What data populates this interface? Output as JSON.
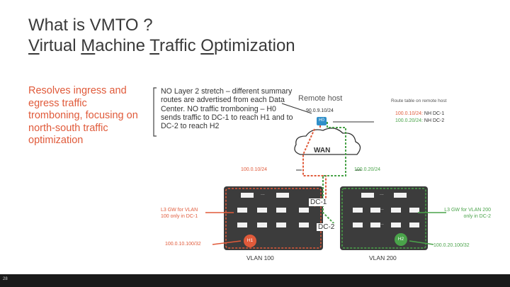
{
  "title": {
    "line1": "What is VMTO ?",
    "line2_parts": [
      "V",
      "irtual ",
      "M",
      "achine ",
      "T",
      "raffic ",
      "O",
      "ptimization"
    ]
  },
  "left_text": "Resolves ingress and egress traffic tromboning, focusing on north-south traffic optimization",
  "stretch_text": "NO Layer 2 stretch – different summary routes are advertised from each Data Center. NO traffic tromboning – H0 sends traffic to DC-1 to reach H1 and to DC-2 to reach H2",
  "remote_host": {
    "label": "Remote host",
    "ip": "90.0.9.10/24",
    "node": "H0"
  },
  "route_table": {
    "title": "Route table on remote host",
    "entries": [
      {
        "prefix": "100.0.10/24:",
        "target": "NH DC-1"
      },
      {
        "prefix": "100.0.20/24:",
        "target": "NH DC-2"
      }
    ]
  },
  "wan_label": "WAN",
  "routes": {
    "dc1_route": "100.0.10/24",
    "dc2_route": "100.0.20/24"
  },
  "dc1": {
    "label": "DC-1",
    "gw_note": "L3 GW for VLAN 100 only in DC-1",
    "host": "H1",
    "host_ip": "100.0.10.100/32",
    "vlan": "VLAN 100"
  },
  "dc2": {
    "label": "DC-2",
    "gw_note": "L3 GW for VLAN 200 only in DC-2",
    "host": "H2",
    "host_ip": "100.0.20.100/32",
    "vlan": "VLAN 200"
  },
  "ellipsis": "...",
  "page_number": "28",
  "colors": {
    "orange": "#e05a3a",
    "green": "#4aa34a",
    "blue": "#2f8fc9",
    "dark": "#2b2b2b",
    "box": "#3c3c3c"
  }
}
